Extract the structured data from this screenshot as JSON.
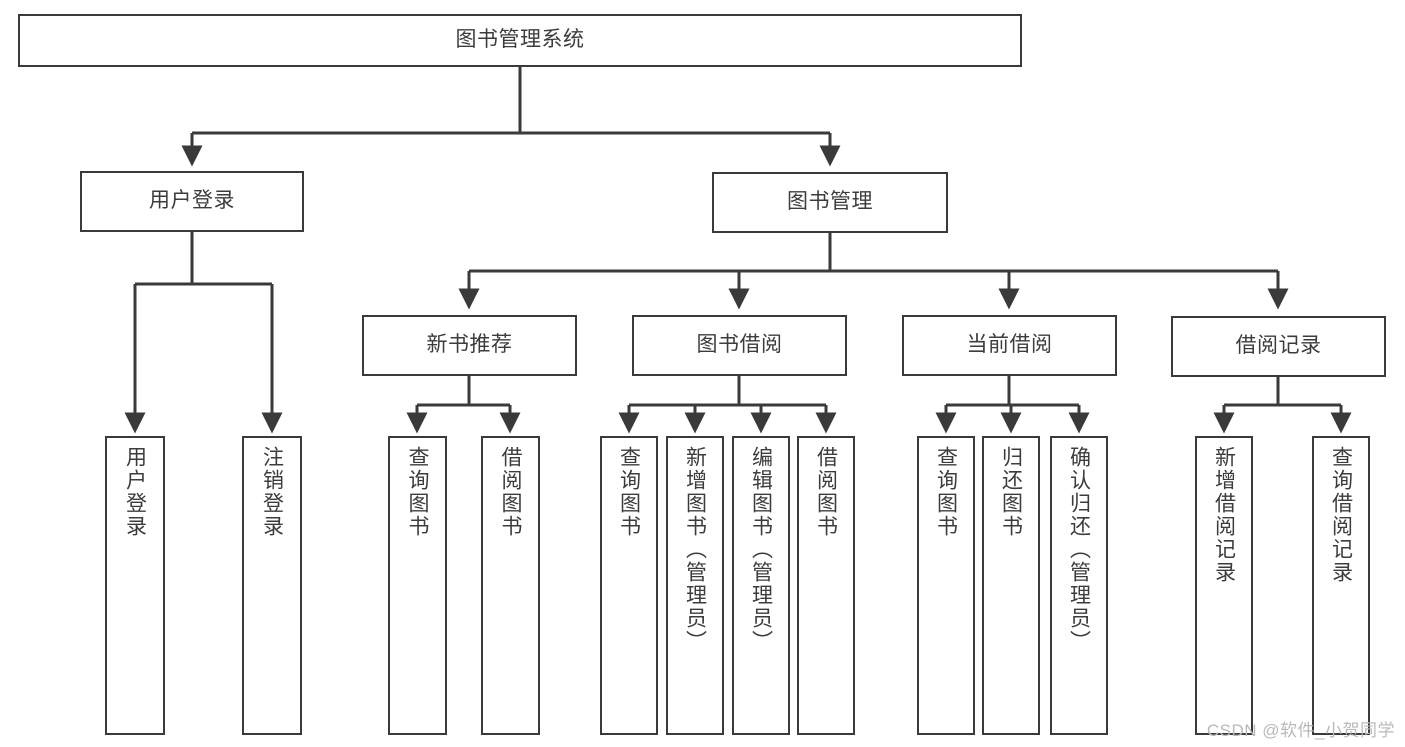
{
  "diagram": {
    "title": "图书管理系统",
    "type": "functional-decomposition-tree",
    "watermark": "CSDN @软件_小贺同学",
    "colors": {
      "stroke": "#3a3a3a",
      "text": "#3c3c3c",
      "background": "#ffffff",
      "watermark": "#b9b9b9"
    },
    "nodes": {
      "root": {
        "label": "图书管理系统"
      },
      "level2": [
        {
          "label": "用户登录"
        },
        {
          "label": "图书管理"
        }
      ],
      "level3": [
        {
          "label": "新书推荐"
        },
        {
          "label": "图书借阅"
        },
        {
          "label": "当前借阅"
        },
        {
          "label": "借阅记录"
        }
      ],
      "leaves": [
        {
          "label": "用户登录"
        },
        {
          "label": "注销登录"
        },
        {
          "label": "查询图书"
        },
        {
          "label": "借阅图书"
        },
        {
          "label": "查询图书"
        },
        {
          "label": "新增图书（管理员）"
        },
        {
          "label": "编辑图书（管理员）"
        },
        {
          "label": "借阅图书"
        },
        {
          "label": "查询图书"
        },
        {
          "label": "归还图书"
        },
        {
          "label": "确认归还（管理员）"
        },
        {
          "label": "新增借阅记录"
        },
        {
          "label": "查询借阅记录"
        }
      ]
    }
  }
}
